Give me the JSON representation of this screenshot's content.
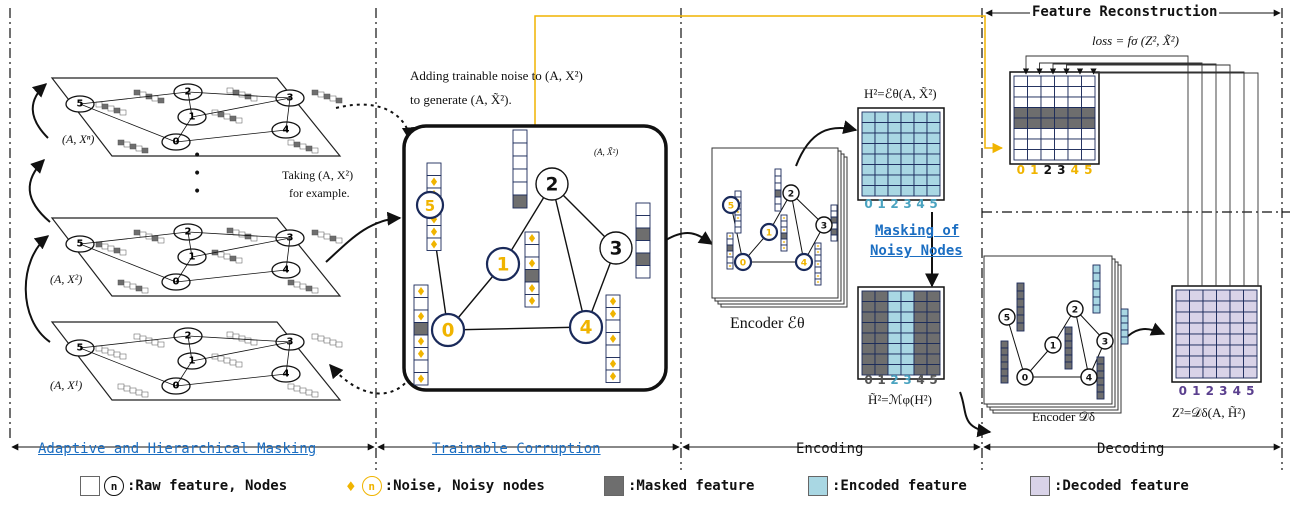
{
  "stages": {
    "masking": "Adaptive and Hierarchical Masking",
    "corruption": "Trainable Corruption",
    "encoding": "Encoding",
    "decoding": "Decoding",
    "reconstruction": "Feature Reconstruction"
  },
  "labels": {
    "xn": "(A, Xⁿ)",
    "x2": "(A, X²)",
    "x1": "(A, X¹)",
    "taking1": "Taking (A, X²)",
    "taking2": "for example.",
    "noise1": "Adding trainable noise to (A, X²)",
    "noise2": "to generate (A, X̃²).",
    "corrupt_tag": "(A, X̃²)",
    "h2": "H²=ℰθ(A, X̃²)",
    "masking_noisy1": "Masking of",
    "masking_noisy2": "Noisy Nodes",
    "encoder": "Encoder ℰθ",
    "h2tilde": "H̃²=ℳφ(H²)",
    "decoder": "Encoder 𝒟δ",
    "z2": "Z²=𝒟δ(A, H̃²)",
    "loss": "loss = fσ (Z², X̃²)"
  },
  "nodes": [
    "0",
    "1",
    "2",
    "3",
    "4",
    "5"
  ],
  "dots": "•",
  "legend": {
    "raw": ":Raw feature, Nodes",
    "noise": ":Noise, Noisy nodes",
    "masked": ":Masked feature",
    "encoded": ":Encoded feature",
    "decoded": ":Decoded feature",
    "node_symbol": "n"
  },
  "colors": {
    "noisy": "#f0b400",
    "masked": "#6e6e6e",
    "encoded": "#a9d7e3",
    "decoded": "#d9d3e8",
    "navy": "#1a2a5a",
    "link": "#1b6ec2"
  }
}
